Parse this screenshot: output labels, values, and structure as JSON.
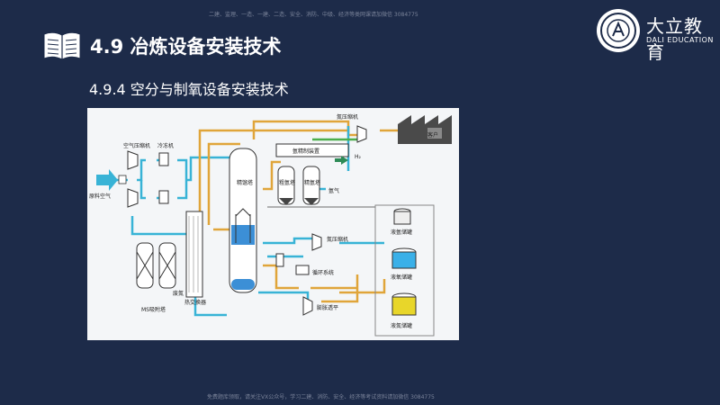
{
  "watermark": {
    "top": "二建、监理、一造、一建、二造、安全、消防、中级、经济等类网课请加微信 3084775",
    "bottom": "免费题库领取，请关注VX公众号，学习二建、消防、安全、经济等考试资料请加微信 3084775"
  },
  "header": {
    "section_title": "4.9  冶炼设备安装技术",
    "subsection_title": "4.9.4  空分与制氧设备安装技术"
  },
  "brand": {
    "name": "大立教育",
    "name_en": "DALI EDUCATION"
  },
  "diagram": {
    "labels": {
      "air_compressor": "空气压缩机",
      "chiller": "冷冻机",
      "raw_air": "原料空气",
      "ms_adsorber": "MS吸附塔",
      "heat_exchanger": "热交换器",
      "waste_n2": "废氮",
      "rectifier": "精馏塔",
      "n2_compressor_top": "氮压缩机",
      "hydrogen_purifier": "氩精制装置",
      "h2": "H₂",
      "customer": "客户",
      "coarse_ar": "粗氩塔",
      "pure_ar": "精氩塔",
      "ar_gas": "氩气",
      "n2_compressor": "氮压缩机",
      "circulation": "循环系统",
      "expander": "膨胀透平",
      "liquid_ar_tank": "液氩储罐",
      "liquid_o2_tank": "液氧储罐",
      "liquid_n2_tank": "液氮储罐"
    }
  }
}
